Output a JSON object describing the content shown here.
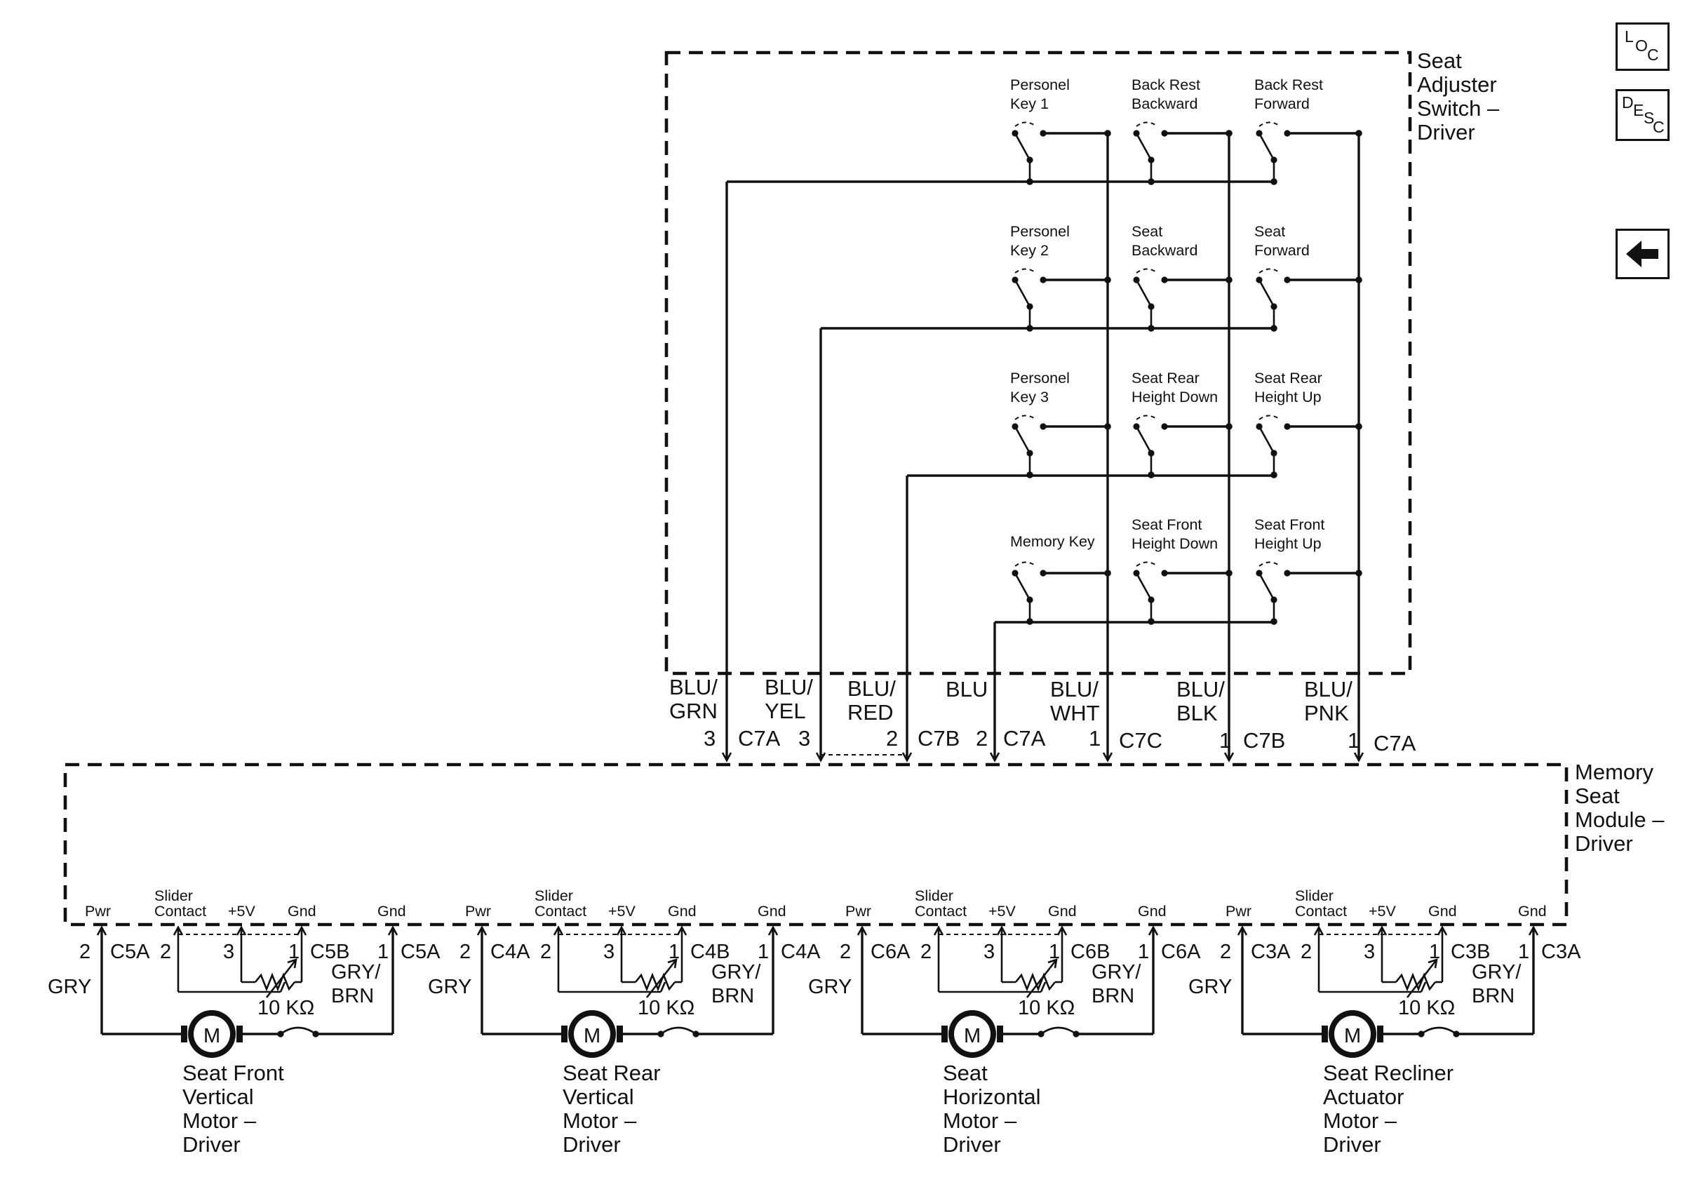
{
  "switch_box": {
    "title_lines": [
      "Seat",
      "Adjuster",
      "Switch –",
      "Driver"
    ],
    "rows": [
      [
        [
          "Personel",
          "Key 1"
        ],
        [
          "Back Rest",
          "Backward"
        ],
        [
          "Back Rest",
          "Forward"
        ]
      ],
      [
        [
          "Personel",
          "Key 2"
        ],
        [
          "Seat",
          "Backward"
        ],
        [
          "Seat",
          "Forward"
        ]
      ],
      [
        [
          "Personel",
          "Key 3"
        ],
        [
          "Seat Rear",
          "Height Down"
        ],
        [
          "Seat Rear",
          "Height Up"
        ]
      ],
      [
        [
          "Memory Key"
        ],
        [
          "Seat Front",
          "Height Down"
        ],
        [
          "Seat Front",
          "Height Up"
        ]
      ]
    ]
  },
  "switch_outputs": [
    {
      "color": [
        "BLU/",
        "GRN"
      ],
      "pin": "3",
      "connector": "C7A"
    },
    {
      "color": [
        "BLU/",
        "YEL"
      ],
      "pin": "3",
      "connector": ""
    },
    {
      "color": [
        "BLU/",
        "RED"
      ],
      "pin": "2",
      "connector": "C7B"
    },
    {
      "color": [
        "BLU"
      ],
      "pin": "2",
      "connector": "C7A"
    },
    {
      "color": [
        "BLU/",
        "WHT"
      ],
      "pin": "1",
      "connector": "C7C"
    },
    {
      "color": [
        "BLU/",
        "BLK"
      ],
      "pin": "1",
      "connector": "C7B"
    },
    {
      "color": [
        "BLU/",
        "PNK"
      ],
      "pin": "1",
      "connector": "C7A"
    }
  ],
  "module_box": {
    "title_lines": [
      "Memory",
      "Seat",
      "Module –",
      "Driver"
    ]
  },
  "motors": [
    {
      "connA": "C5A",
      "connB": "C5B",
      "name": [
        "Seat Front",
        "Vertical",
        "Motor –",
        "Driver"
      ]
    },
    {
      "connA": "C4A",
      "connB": "C4B",
      "name": [
        "Seat Rear",
        "Vertical",
        "Motor –",
        "Driver"
      ]
    },
    {
      "connA": "C6A",
      "connB": "C6B",
      "name": [
        "Seat",
        "Horizontal",
        "Motor –",
        "Driver"
      ]
    },
    {
      "connA": "C3A",
      "connB": "C3B",
      "name": [
        "Seat Recliner",
        "Actuator",
        "Motor –",
        "Driver"
      ]
    }
  ],
  "motor_common": {
    "pins": {
      "pwr": "Pwr",
      "slider": [
        "Slider",
        "Contact"
      ],
      "v5": "+5V",
      "gnd_pot": "Gnd",
      "gnd": "Gnd"
    },
    "pin_numbers": {
      "pwr": "2",
      "slider": "2",
      "v5": "3",
      "gnd_pot": "1",
      "gnd": "1"
    },
    "pwr_wire": "GRY",
    "gnd_wire": [
      "GRY/",
      "BRN"
    ],
    "resistor": "10 KΩ",
    "motor_symbol": "M"
  },
  "nav_buttons": {
    "loc": [
      "L",
      "O",
      "C"
    ],
    "desc": [
      "D",
      "E",
      "S",
      "C"
    ],
    "back": "back-arrow-icon"
  }
}
